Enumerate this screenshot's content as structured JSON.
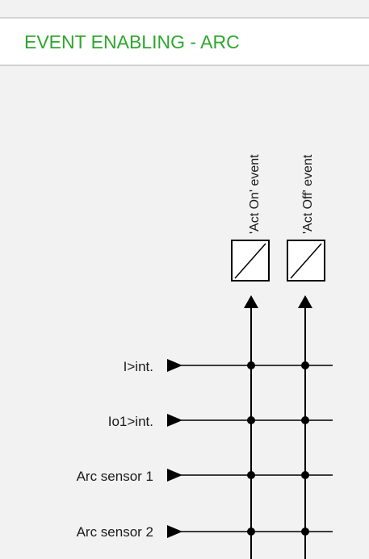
{
  "header": {
    "title": "EVENT ENABLING - ARC"
  },
  "columns": [
    {
      "label": "'Act On' event"
    },
    {
      "label": "'Act Off' event"
    }
  ],
  "rows": [
    {
      "label": "I>int."
    },
    {
      "label": "Io1>int."
    },
    {
      "label": "Arc sensor 1"
    },
    {
      "label": "Arc sensor 2"
    }
  ],
  "colors": {
    "title": "#2fa62f",
    "panel_bg": "#f2f2f2",
    "line": "#000000"
  }
}
